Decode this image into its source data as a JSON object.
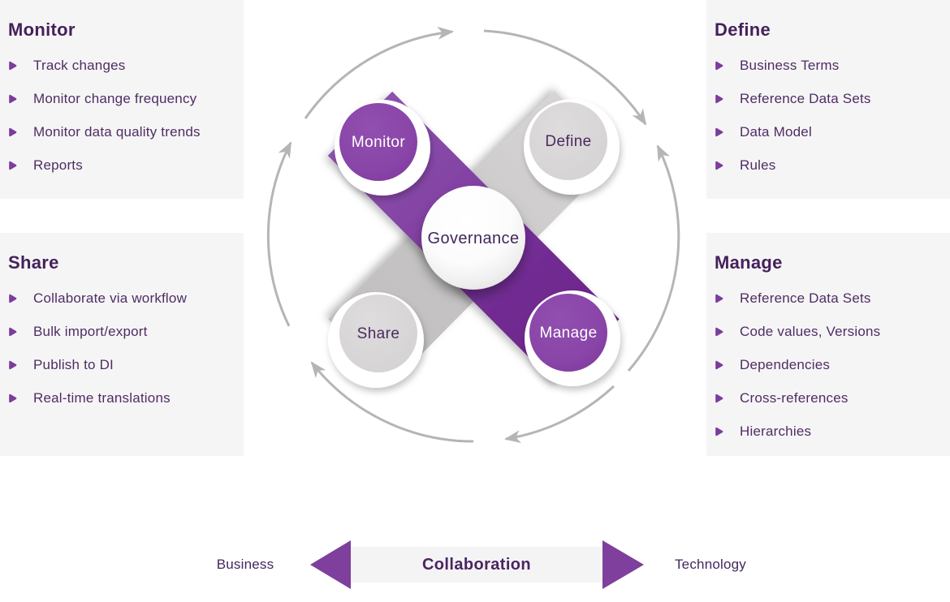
{
  "colors": {
    "accent_purple": "#8843a6",
    "band_purple_start": "#8d52ae",
    "band_purple_end": "#6a2487",
    "band_gray_start": "#d7d5d6",
    "band_gray_end": "#c2c0c1",
    "node_gray": "#d8d6d7",
    "panel_background": "#f6f5f6",
    "heading_text": "#44215a",
    "item_text": "#4e2d63",
    "bullet_purple": "#7b3c9d",
    "cycle_arrow_gray": "#b6b4b5",
    "collab_triangle_purple": "#7e3f9d"
  },
  "panels": [
    {
      "id": "monitor",
      "title": "Monitor",
      "items": [
        "Track changes",
        "Monitor change frequency",
        "Monitor data quality trends",
        "Reports"
      ]
    },
    {
      "id": "define",
      "title": "Define",
      "items": [
        "Business Terms",
        "Reference Data Sets",
        "Data Model",
        "Rules"
      ]
    },
    {
      "id": "share",
      "title": "Share",
      "items": [
        "Collaborate via workflow",
        "Bulk import/export",
        "Publish to DI",
        "Real-time translations"
      ]
    },
    {
      "id": "manage",
      "title": "Manage",
      "items": [
        "Reference Data Sets",
        "Code values, Versions",
        "Dependencies",
        "Cross-references",
        "Hierarchies"
      ]
    }
  ],
  "diagram": {
    "center_label": "Governance",
    "nodes": [
      {
        "id": "monitor",
        "label": "Monitor",
        "style": "purple"
      },
      {
        "id": "define",
        "label": "Define",
        "style": "gray"
      },
      {
        "id": "share",
        "label": "Share",
        "style": "gray"
      },
      {
        "id": "manage",
        "label": "Manage",
        "style": "purple"
      }
    ]
  },
  "collaboration": {
    "left_label": "Business",
    "center_label": "Collaboration",
    "right_label": "Technology"
  }
}
